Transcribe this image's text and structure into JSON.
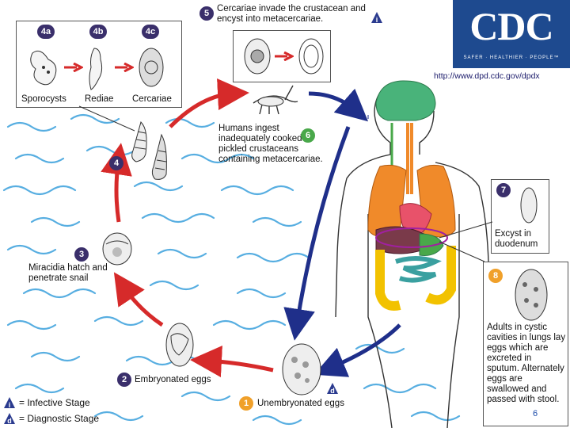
{
  "brand": {
    "logo": "CDC",
    "tagline": "SAFER · HEALTHIER · PEOPLE™",
    "url": "http://www.dpd.cdc.gov/dpdx"
  },
  "stages": {
    "s4a": {
      "num": "4a",
      "label": "Sporocysts"
    },
    "s4b": {
      "num": "4b",
      "label": "Rediae"
    },
    "s4c": {
      "num": "4c",
      "label": "Cercariae"
    },
    "s5": {
      "num": "5",
      "text": "Cercariae invade the crustacean and encyst into metacercariae."
    },
    "s6": {
      "num": "6",
      "text": "Humans ingest inadequately cooked or pickled crustaceans containing metacercariae."
    },
    "s7": {
      "num": "7",
      "text": "Excyst in duodenum"
    },
    "s8": {
      "num": "8",
      "text": "Adults in cystic cavities in lungs lay eggs which are excreted in sputum. Alternately eggs are swallowed and passed with stool."
    },
    "s4": {
      "num": "4"
    },
    "s3": {
      "num": "3",
      "text": "Miracidia hatch and penetrate snail"
    },
    "s2": {
      "num": "2",
      "text": "Embryonated eggs"
    },
    "s1": {
      "num": "1",
      "text": "Unembryonated eggs"
    }
  },
  "legend": {
    "infective": {
      "glyph": "i",
      "text": "= Infective Stage"
    },
    "diagnostic": {
      "glyph": "d",
      "text": "= Diagnostic Stage"
    }
  },
  "slide_number": "6",
  "colors": {
    "red_arrow": "#d62a2a",
    "blue_arrow": "#1f2f8a",
    "water": "#3aa0dc",
    "cdc_blue": "#1e4a8f"
  }
}
